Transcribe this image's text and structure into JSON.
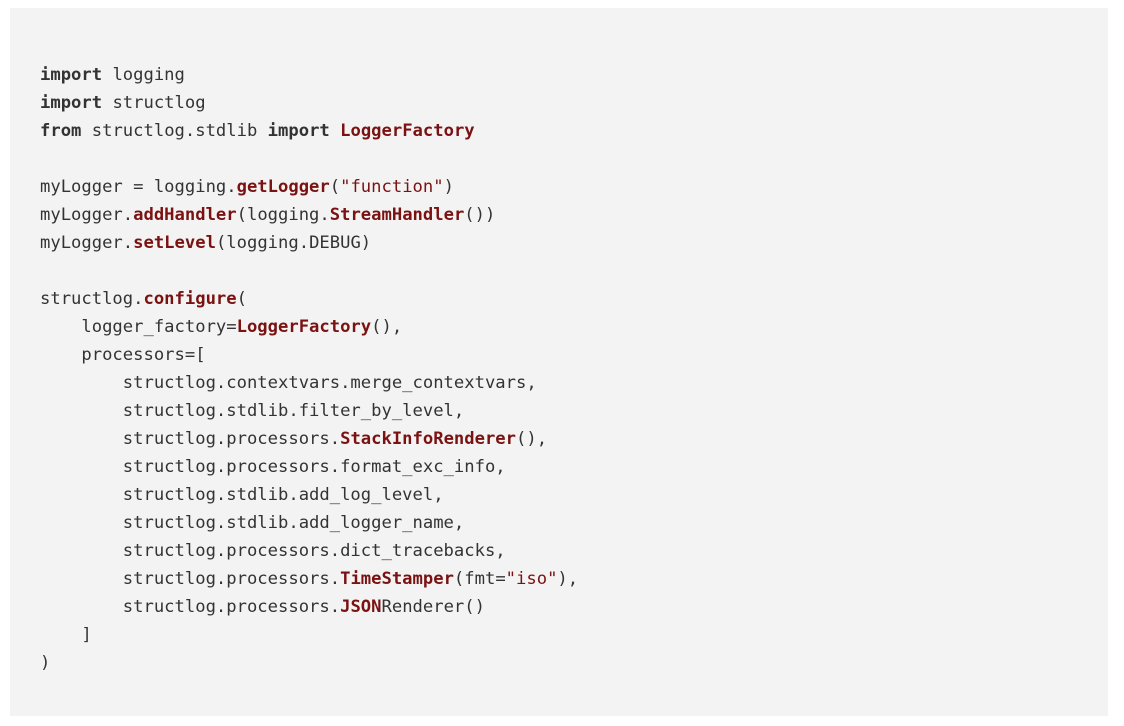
{
  "code": {
    "language": "python",
    "colors": {
      "text": "#333333",
      "keyword": "#333333",
      "function": "#7a1212",
      "string": "#7a1212",
      "background": "#f3f3f3"
    },
    "lines": [
      [
        [
          "import",
          "kw"
        ],
        [
          " logging",
          ""
        ]
      ],
      [
        [
          "import",
          "kw"
        ],
        [
          " structlog",
          ""
        ]
      ],
      [
        [
          "from",
          "kw"
        ],
        [
          " structlog.stdlib ",
          ""
        ],
        [
          "import",
          "kw"
        ],
        [
          " ",
          ""
        ],
        [
          "LoggerFactory",
          "fn"
        ]
      ],
      [],
      [
        [
          "myLogger = logging.",
          ""
        ],
        [
          "getLogger",
          "fn"
        ],
        [
          "(",
          ""
        ],
        [
          "\"function\"",
          "str"
        ],
        [
          ")",
          ""
        ]
      ],
      [
        [
          "myLogger.",
          ""
        ],
        [
          "addHandler",
          "fn"
        ],
        [
          "(logging.",
          ""
        ],
        [
          "StreamHandler",
          "fn"
        ],
        [
          "())",
          ""
        ]
      ],
      [
        [
          "myLogger.",
          ""
        ],
        [
          "setLevel",
          "fn"
        ],
        [
          "(logging.DEBUG)",
          ""
        ]
      ],
      [],
      [
        [
          "structlog.",
          ""
        ],
        [
          "configure",
          "fn"
        ],
        [
          "(",
          ""
        ]
      ],
      [
        [
          "    logger_factory=",
          ""
        ],
        [
          "LoggerFactory",
          "fn"
        ],
        [
          "(),",
          ""
        ]
      ],
      [
        [
          "    processors=[",
          ""
        ]
      ],
      [
        [
          "        structlog.contextvars.merge_contextvars,",
          ""
        ]
      ],
      [
        [
          "        structlog.stdlib.filter_by_level,",
          ""
        ]
      ],
      [
        [
          "        structlog.processors.",
          ""
        ],
        [
          "StackInfoRenderer",
          "fn"
        ],
        [
          "(),",
          ""
        ]
      ],
      [
        [
          "        structlog.processors.format_exc_info,",
          ""
        ]
      ],
      [
        [
          "        structlog.stdlib.add_log_level,",
          ""
        ]
      ],
      [
        [
          "        structlog.stdlib.add_logger_name,",
          ""
        ]
      ],
      [
        [
          "        structlog.processors.dict_tracebacks,",
          ""
        ]
      ],
      [
        [
          "        structlog.processors.",
          ""
        ],
        [
          "TimeStamper",
          "fn"
        ],
        [
          "(fmt=",
          ""
        ],
        [
          "\"iso\"",
          "str"
        ],
        [
          "),",
          ""
        ]
      ],
      [
        [
          "        structlog.processors.",
          ""
        ],
        [
          "JSON",
          "fn"
        ],
        [
          "Renderer()",
          ""
        ]
      ],
      [
        [
          "    ]",
          ""
        ]
      ],
      [
        [
          ")",
          ""
        ]
      ]
    ]
  }
}
